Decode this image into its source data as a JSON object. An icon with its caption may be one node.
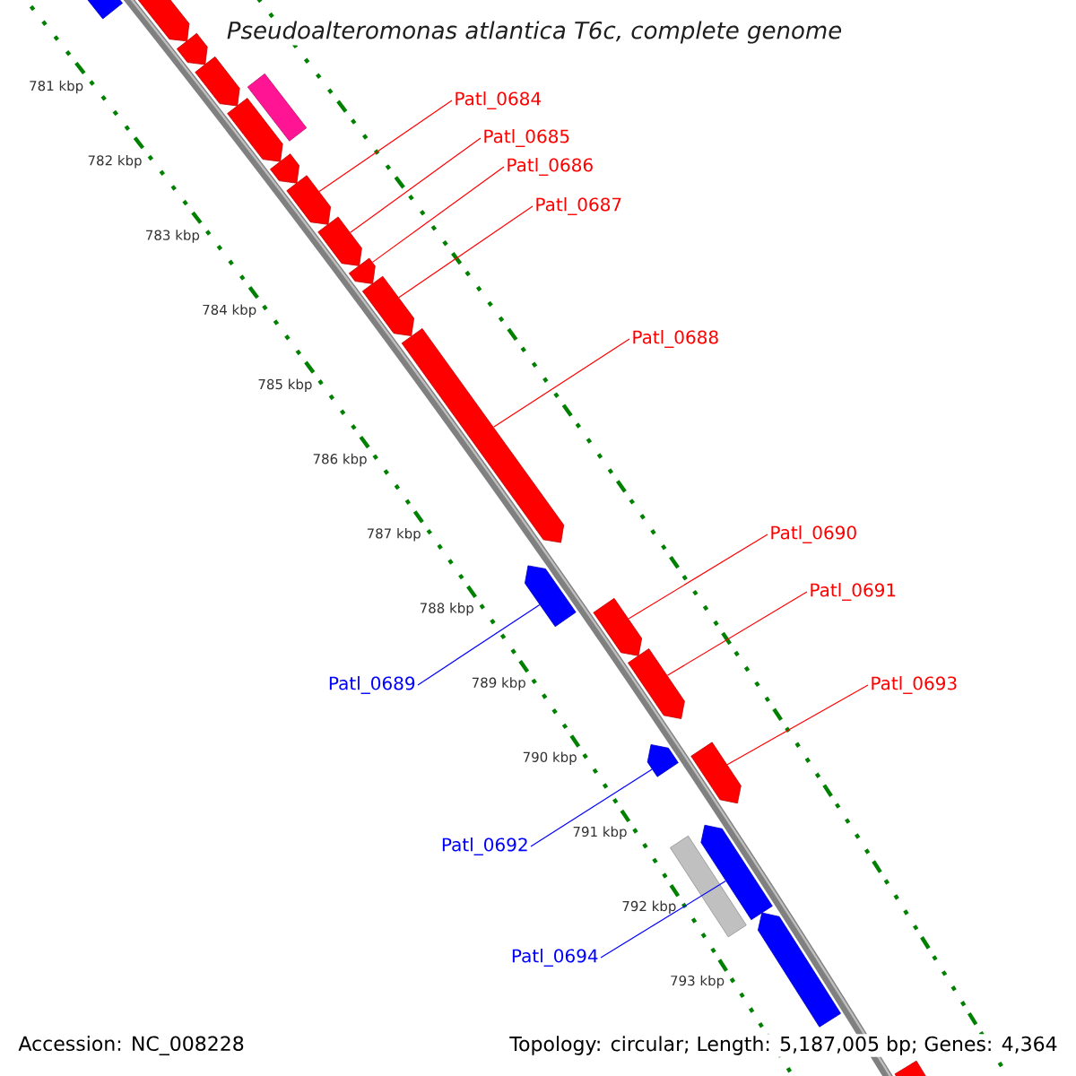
{
  "diagram": {
    "title": "Pseudoalteromonas atlantica T6c, complete genome",
    "nodes": [
      {
        "text": [
          "Patl_0684"
        ]
      },
      {
        "text": [
          "Patl_0685"
        ]
      },
      {
        "text": [
          "Patl_0686"
        ]
      },
      {
        "text": [
          "Patl_0687"
        ]
      },
      {
        "text": [
          "Patl_0688"
        ]
      },
      {
        "text": [
          "Patl_0690"
        ]
      },
      {
        "text": [
          "Patl_0691"
        ]
      },
      {
        "text": [
          "Patl_0689"
        ]
      },
      {
        "text": [
          "Patl_0693"
        ]
      },
      {
        "text": [
          "Patl_0692"
        ]
      },
      {
        "text": [
          "Patl_0694"
        ]
      },
      {
        "text": [],
        "shape": "arrow"
      },
      {
        "text": [],
        "shape": "arrow"
      },
      {
        "text": [],
        "shape": "arrow"
      },
      {
        "text": [],
        "shape": "arrow"
      },
      {
        "text": [],
        "shape": "arrow"
      },
      {
        "text": [],
        "shape": "box"
      },
      {
        "text": [],
        "shape": "arrow"
      },
      {
        "text": [],
        "shape": "arrow"
      },
      {
        "text": [],
        "shape": "arrow"
      },
      {
        "text": [],
        "shape": "arrow"
      },
      {
        "text": [],
        "shape": "arrow"
      },
      {
        "text": [],
        "shape": "arrow"
      },
      {
        "text": [],
        "shape": "arrow"
      },
      {
        "text": [],
        "shape": "arrow"
      },
      {
        "text": [],
        "shape": "arrow"
      },
      {
        "text": [],
        "shape": "arrow"
      },
      {
        "text": [],
        "shape": "arrow"
      },
      {
        "text": [],
        "shape": "box"
      },
      {
        "text": [],
        "shape": "arrow"
      },
      {
        "text": [],
        "shape": "arrow"
      },
      {
        "text": [],
        "shape": "arrow"
      }
    ],
    "edges": [
      {
        "from": 0,
        "to": 18,
        "arrow": "none"
      },
      {
        "from": 1,
        "to": 19,
        "arrow": "none"
      },
      {
        "from": 2,
        "to": 20,
        "arrow": "none"
      },
      {
        "from": 3,
        "to": 21,
        "arrow": "none"
      },
      {
        "from": 4,
        "to": 22,
        "arrow": "none"
      },
      {
        "from": 5,
        "to": 24,
        "arrow": "none"
      },
      {
        "from": 6,
        "to": 25,
        "arrow": "none"
      },
      {
        "from": 7,
        "to": 23,
        "arrow": "none",
        "color": "#0000ff"
      },
      {
        "from": 8,
        "to": 27,
        "arrow": "none"
      },
      {
        "from": 9,
        "to": 26,
        "arrow": "none",
        "color": "#0000ff"
      },
      {
        "from": 10,
        "to": 29,
        "arrow": "none",
        "color": "#0000ff"
      }
    ],
    "labels": [
      "781 kbp",
      "782 kbp",
      "783 kbp",
      "784 kbp",
      "785 kbp",
      "786 kbp",
      "787 kbp",
      "788 kbp",
      "789 kbp",
      "790 kbp",
      "791 kbp",
      "792 kbp",
      "793 kbp",
      "Accession: NC_008228",
      "Topology: circular; Length: 5,187,005 bp; Genes: 4,364"
    ]
  }
}
